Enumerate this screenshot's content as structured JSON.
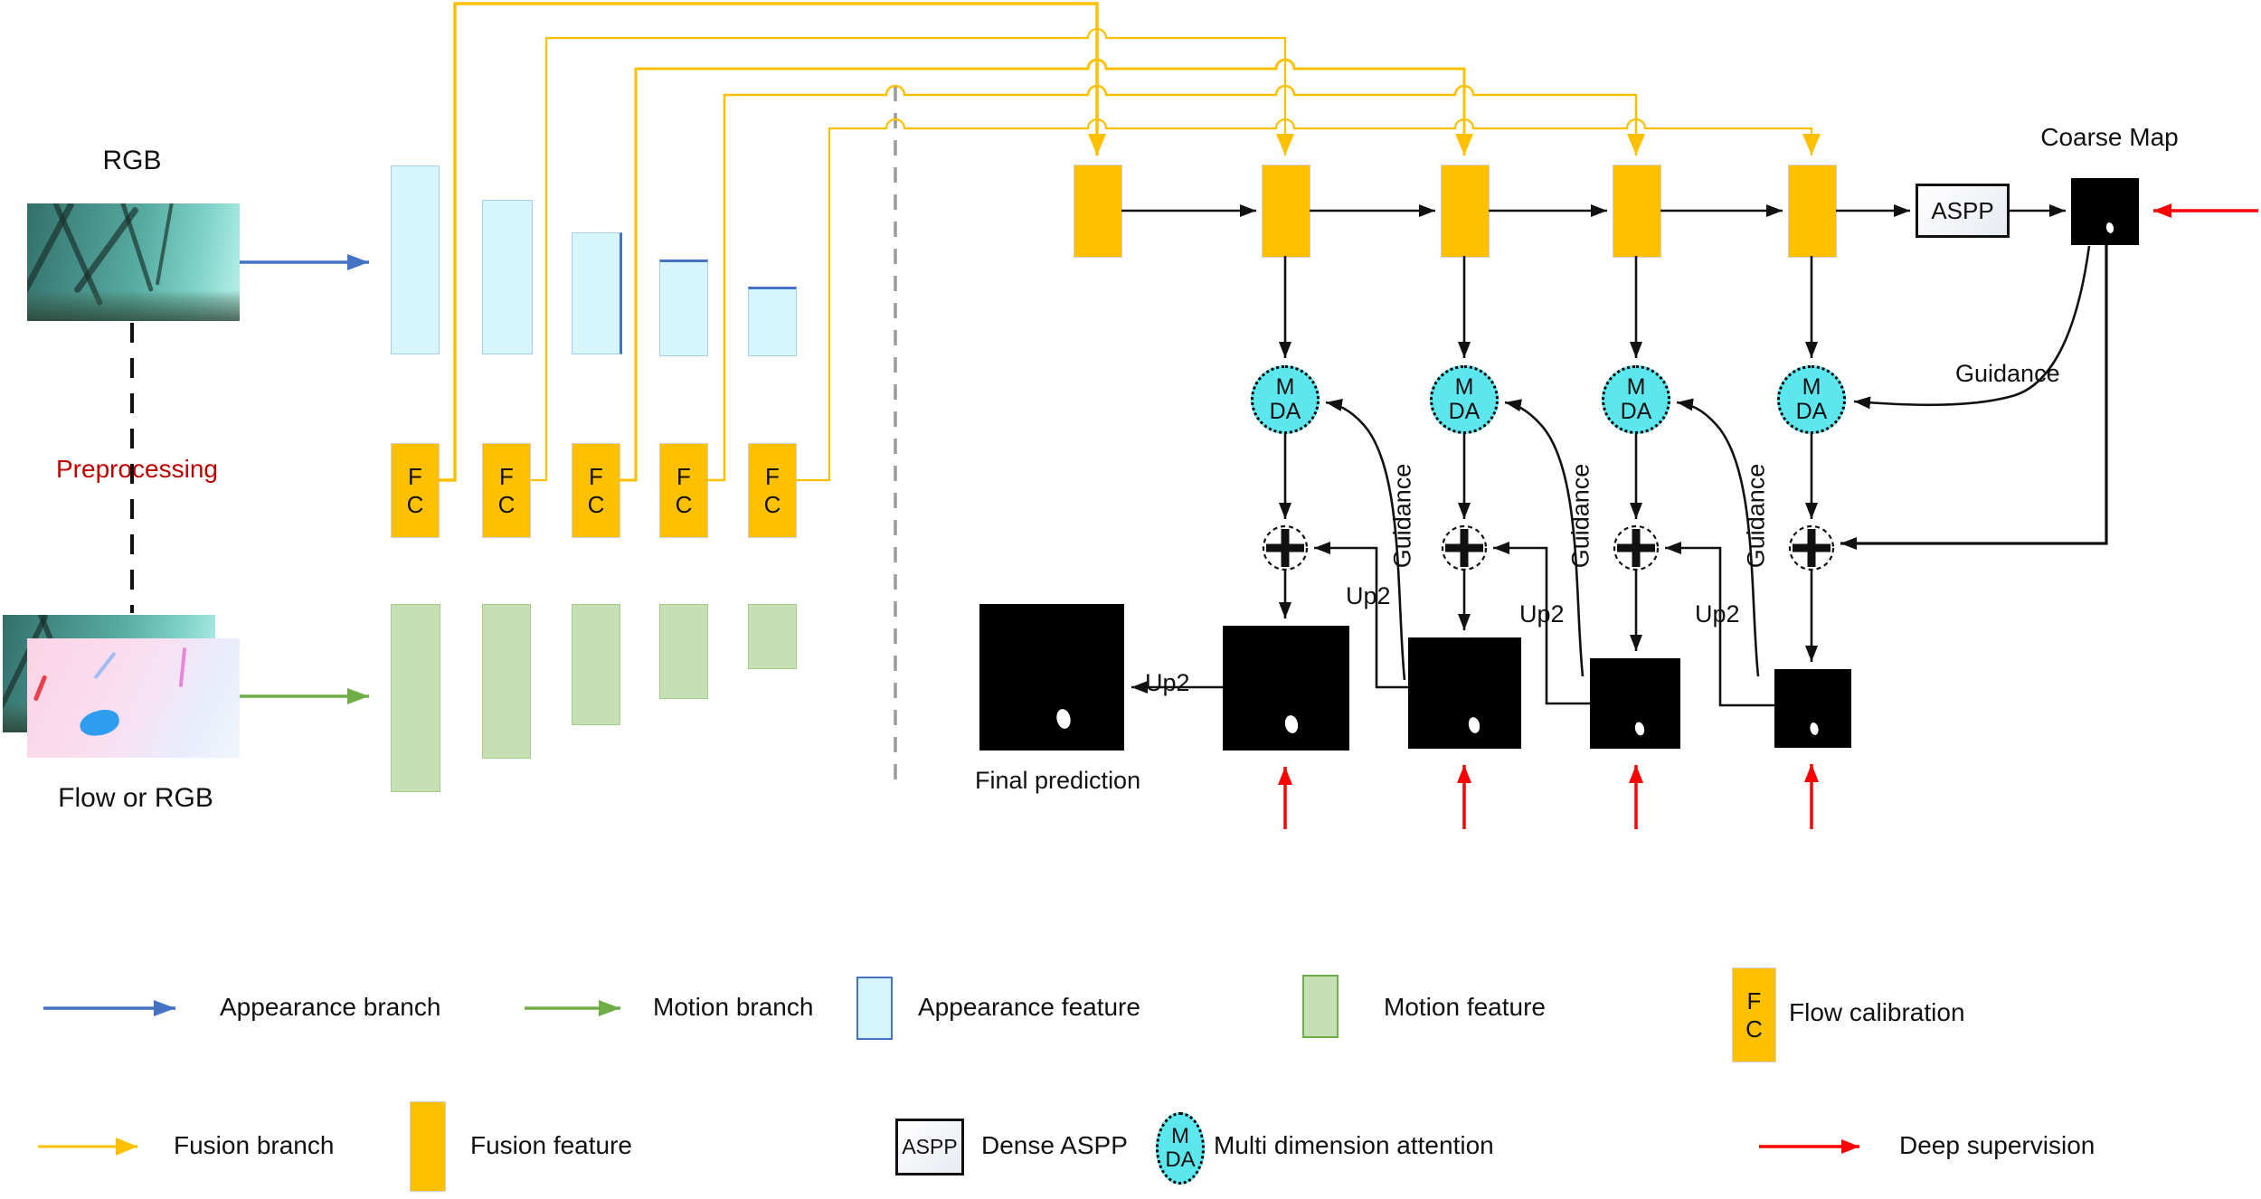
{
  "labels": {
    "rgb": "RGB",
    "preprocessing": "Preprocessing",
    "flow_or_rgb": "Flow or RGB",
    "fc_f": "F",
    "fc_c": "C",
    "aspp": "ASPP",
    "coarse_map": "Coarse Map",
    "mda_m": "M",
    "mda_da": "DA",
    "guidance": "Guidance",
    "up2": "Up2",
    "final_prediction": "Final prediction"
  },
  "legend": {
    "row1": [
      {
        "id": "appearance-branch",
        "label": "Appearance branch"
      },
      {
        "id": "motion-branch",
        "label": "Motion branch"
      },
      {
        "id": "appearance-feature",
        "label": "Appearance feature"
      },
      {
        "id": "motion-feature",
        "label": "Motion feature"
      },
      {
        "id": "flow-calibration",
        "label": "Flow calibration"
      }
    ],
    "row2": [
      {
        "id": "fusion-branch",
        "label": "Fusion branch"
      },
      {
        "id": "fusion-feature",
        "label": "Fusion feature"
      },
      {
        "id": "dense-aspp",
        "label": "Dense ASPP"
      },
      {
        "id": "multi-dimension-attention",
        "label": "Multi dimension attention"
      },
      {
        "id": "deep-supervision",
        "label": "Deep supervision"
      }
    ]
  },
  "colors": {
    "fusion_yellow": "#FFC000",
    "appearance_cyan": "#D7F5FC",
    "motion_green": "#C5E0B4",
    "mda_cyan": "#5CE6EE",
    "appearance_arrow_blue": "#4472C4",
    "motion_arrow_green": "#70AD47",
    "deep_supervision_red": "#FF0000",
    "preprocessing_red": "#C00000",
    "black": "#111111"
  }
}
